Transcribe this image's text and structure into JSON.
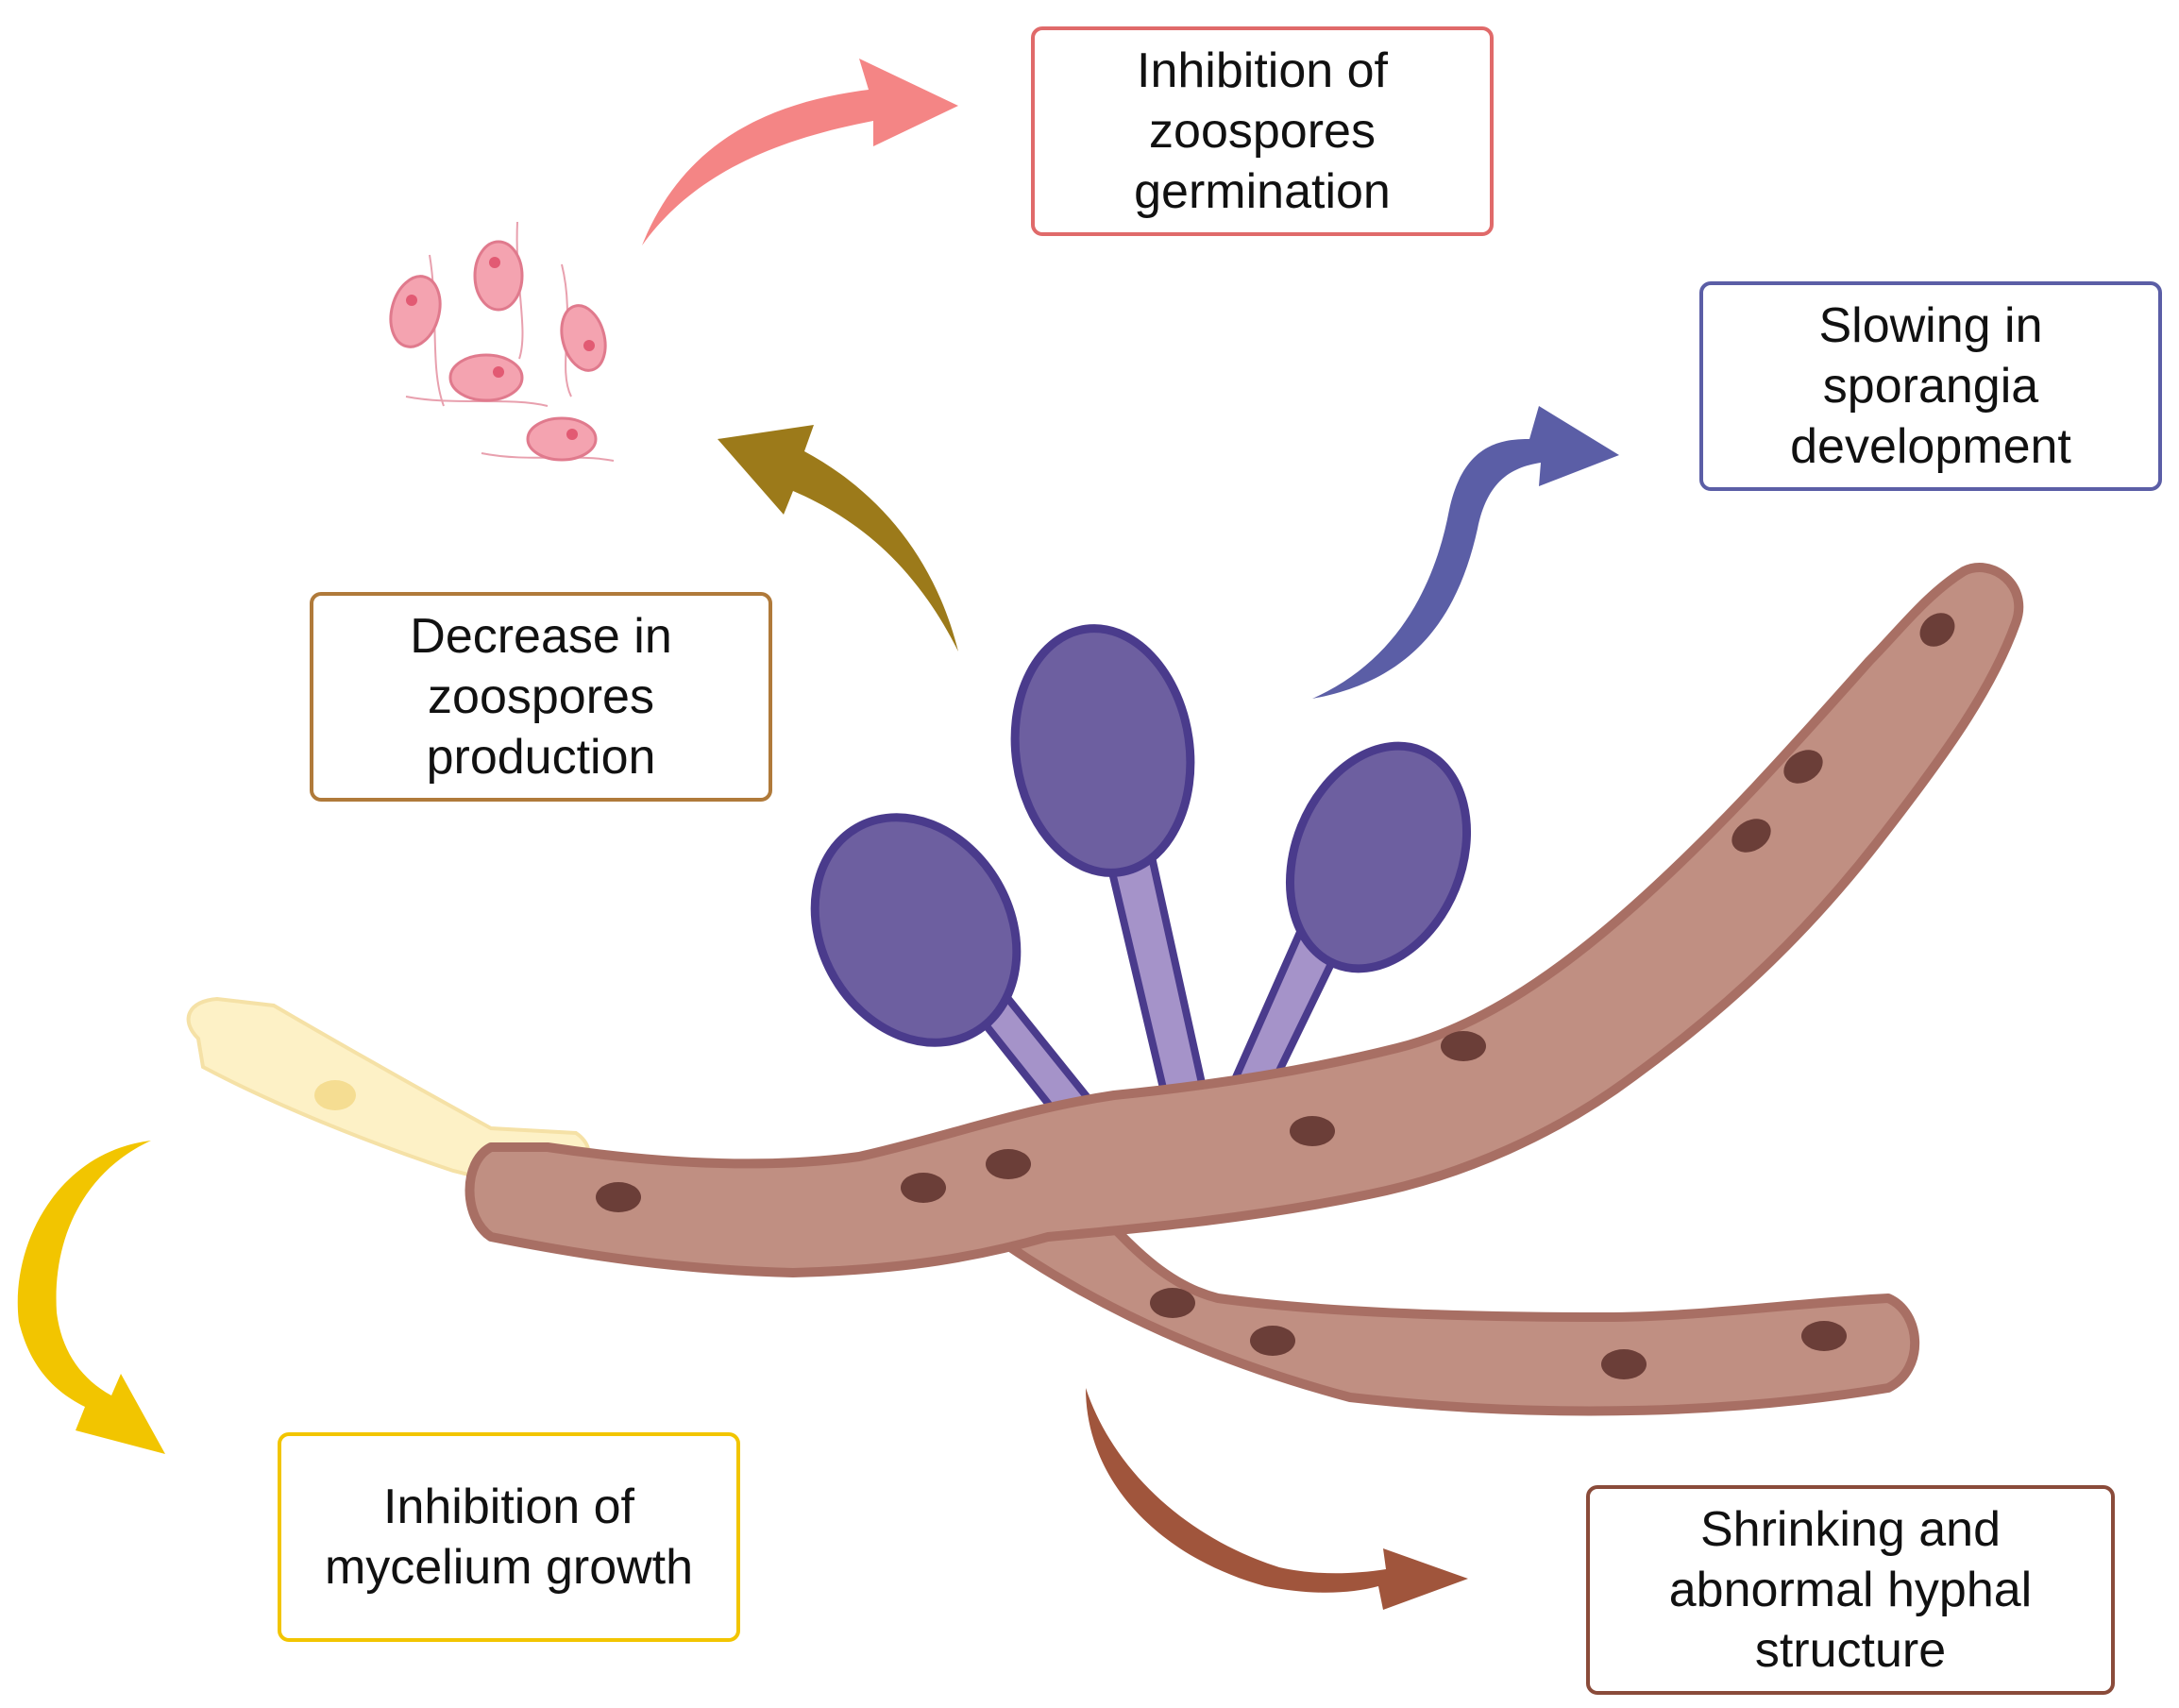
{
  "colors": {
    "germination": "#f48585",
    "sporangia": "#5b5ea6",
    "zoospore_production": "#9c7a1a",
    "mycelium": "#f2c500",
    "hyphal": "#a0553c",
    "hypha_fill": "#c08f82",
    "hypha_stroke": "#a86f64",
    "hypha_spot": "#6b3e38",
    "sporangium_fill": "#6d5fa0",
    "sporangium_stroke": "#4a3b8c",
    "stalk_fill": "#a593c9",
    "tip_fill": "#fdf1c6",
    "tip_stroke": "#f5e1a6",
    "zoospore_fill": "#f4a3b0",
    "zoospore_stroke": "#e07a8d"
  },
  "labels": {
    "germination": {
      "line1": "Inhibition of",
      "line2": "zoospores",
      "line3": "germination"
    },
    "sporangia": {
      "line1": "Slowing in",
      "line2": "sporangia",
      "line3": "development"
    },
    "zoospore_production": {
      "line1": "Decrease in",
      "line2": "zoospores",
      "line3": "production"
    },
    "mycelium": {
      "line1": "Inhibition of",
      "line2": "mycelium growth"
    },
    "hyphal": {
      "line1": "Shrinking and",
      "line2": "abnormal hyphal",
      "line3": "structure"
    }
  },
  "icons": {
    "hypha": "hypha-icon",
    "sporangium": "sporangium-icon",
    "zoospore": "zoospore-icon"
  }
}
